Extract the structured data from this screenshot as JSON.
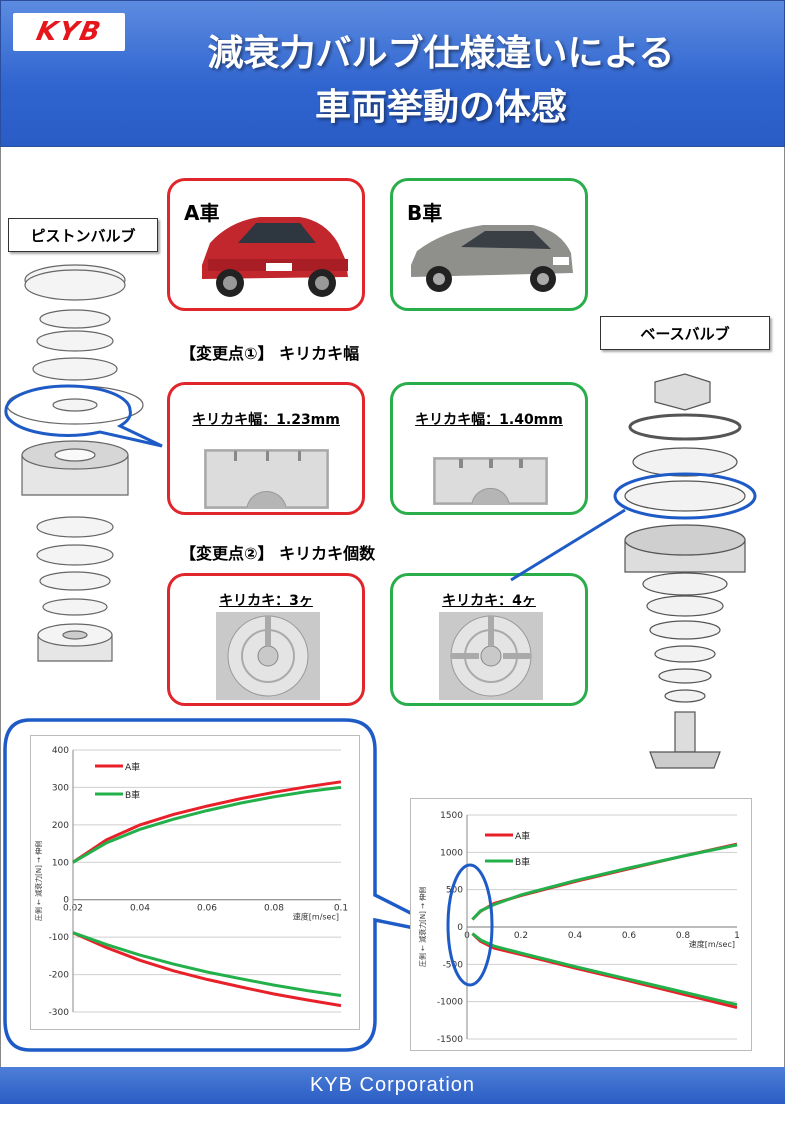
{
  "header": {
    "logo": "KYB",
    "title_line1": "減衰力バルブ仕様違いによる",
    "title_line2": "車両挙動の体感"
  },
  "labels": {
    "piston_valve": "ピストンバルブ",
    "base_valve": "ベースバルブ"
  },
  "cars": {
    "a": "A車",
    "b": "B車"
  },
  "changes": {
    "change1_title": "【変更点①】 キリカキ幅",
    "change2_title": "【変更点②】 キリカキ個数",
    "a_width": "キリカキ幅：1.23mm",
    "b_width": "キリカキ幅：1.40mm",
    "a_count": "キリカキ：3ヶ",
    "b_count": "キリカキ：4ヶ"
  },
  "colors": {
    "series_a": "#e8202a",
    "series_b": "#23b04a",
    "highlight": "#1e5bc6"
  },
  "chart_data": [
    {
      "type": "line",
      "xlabel": "速度[m/sec]",
      "ylabel": "圧側 ← 減衰力[N] → 伸側",
      "xlim": [
        0.02,
        0.1
      ],
      "ylim": [
        -300,
        400
      ],
      "x_ticks": [
        "0.02",
        "0.04",
        "0.06",
        "0.08",
        "0.1"
      ],
      "y_ticks": [
        "400",
        "300",
        "200",
        "100",
        "0",
        "-100",
        "-200",
        "-300"
      ],
      "grid": true,
      "legend": "top-left",
      "series": [
        {
          "name": "A車",
          "color": "#e8202a",
          "x": [
            0.02,
            0.03,
            0.04,
            0.05,
            0.06,
            0.07,
            0.08,
            0.09,
            0.1
          ],
          "extension": [
            100,
            160,
            200,
            228,
            250,
            270,
            287,
            302,
            315
          ],
          "compression": [
            -88,
            -128,
            -162,
            -190,
            -213,
            -233,
            -252,
            -268,
            -283
          ]
        },
        {
          "name": "B車",
          "color": "#23b04a",
          "x": [
            0.02,
            0.03,
            0.04,
            0.05,
            0.06,
            0.07,
            0.08,
            0.09,
            0.1
          ],
          "extension": [
            100,
            152,
            188,
            215,
            238,
            258,
            275,
            289,
            300
          ],
          "compression": [
            -88,
            -120,
            -148,
            -172,
            -193,
            -211,
            -228,
            -243,
            -256
          ]
        }
      ]
    },
    {
      "type": "line",
      "xlabel": "速度[m/sec]",
      "ylabel": "圧側 ← 減衰力[N] → 伸側",
      "xlim": [
        0,
        1
      ],
      "ylim": [
        -1500,
        1500
      ],
      "x_ticks": [
        "0",
        "0.2",
        "0.4",
        "0.6",
        "0.8",
        "1"
      ],
      "y_ticks": [
        "1500",
        "1000",
        "500",
        "0",
        "-500",
        "-1000",
        "-1500"
      ],
      "grid": true,
      "legend": "top-left",
      "series": [
        {
          "name": "A車",
          "color": "#e8202a",
          "x": [
            0.02,
            0.05,
            0.1,
            0.2,
            0.4,
            0.6,
            0.8,
            1.0
          ],
          "extension": [
            100,
            210,
            315,
            420,
            610,
            780,
            950,
            1110
          ],
          "compression": [
            -88,
            -190,
            -283,
            -370,
            -550,
            -720,
            -900,
            -1080
          ]
        },
        {
          "name": "B車",
          "color": "#23b04a",
          "x": [
            0.02,
            0.05,
            0.1,
            0.2,
            0.4,
            0.6,
            0.8,
            1.0
          ],
          "extension": [
            100,
            215,
            300,
            430,
            620,
            790,
            950,
            1100
          ],
          "compression": [
            -88,
            -172,
            -256,
            -350,
            -530,
            -700,
            -870,
            -1040
          ]
        }
      ]
    }
  ],
  "footer": "KYB Corporation"
}
